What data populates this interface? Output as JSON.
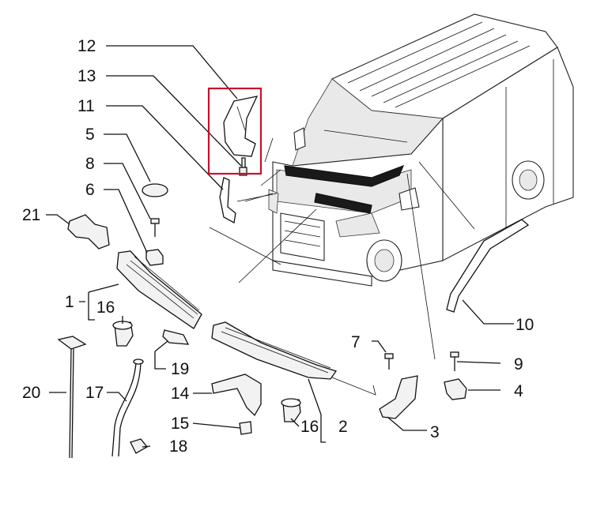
{
  "callouts": {
    "c1": "1",
    "c2": "2",
    "c3": "3",
    "c4": "4",
    "c5": "5",
    "c6": "6",
    "c7": "7",
    "c8": "8",
    "c9": "9",
    "c10": "10",
    "c11": "11",
    "c12": "12",
    "c13": "13",
    "c14": "14",
    "c15": "15",
    "c16a": "16",
    "c16b": "16",
    "c17": "17",
    "c18": "18",
    "c19": "19",
    "c20": "20",
    "c21": "21"
  },
  "highlight": {
    "color": "#c8102e",
    "target_callout": "12"
  },
  "colors": {
    "line": "#111111",
    "background": "#ffffff"
  }
}
